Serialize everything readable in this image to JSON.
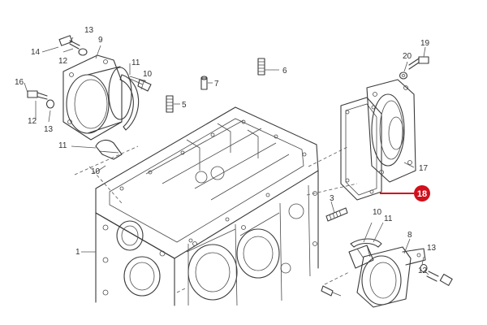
{
  "labels": {
    "l1": "1",
    "l3": "3",
    "l5": "5",
    "l6": "6",
    "l7": "7",
    "l8": "8",
    "l9": "9",
    "l10a": "10",
    "l10b": "10",
    "l10c": "10",
    "l11a": "11",
    "l11b": "11",
    "l11c": "11",
    "l12a": "12",
    "l12b": "12",
    "l12c": "12",
    "l13a": "13",
    "l13b": "13",
    "l13c": "13",
    "l14": "14",
    "l16": "16",
    "l17": "17",
    "l19": "19",
    "l20": "20"
  },
  "highlight": {
    "label": "18",
    "color": "#d0101c"
  }
}
